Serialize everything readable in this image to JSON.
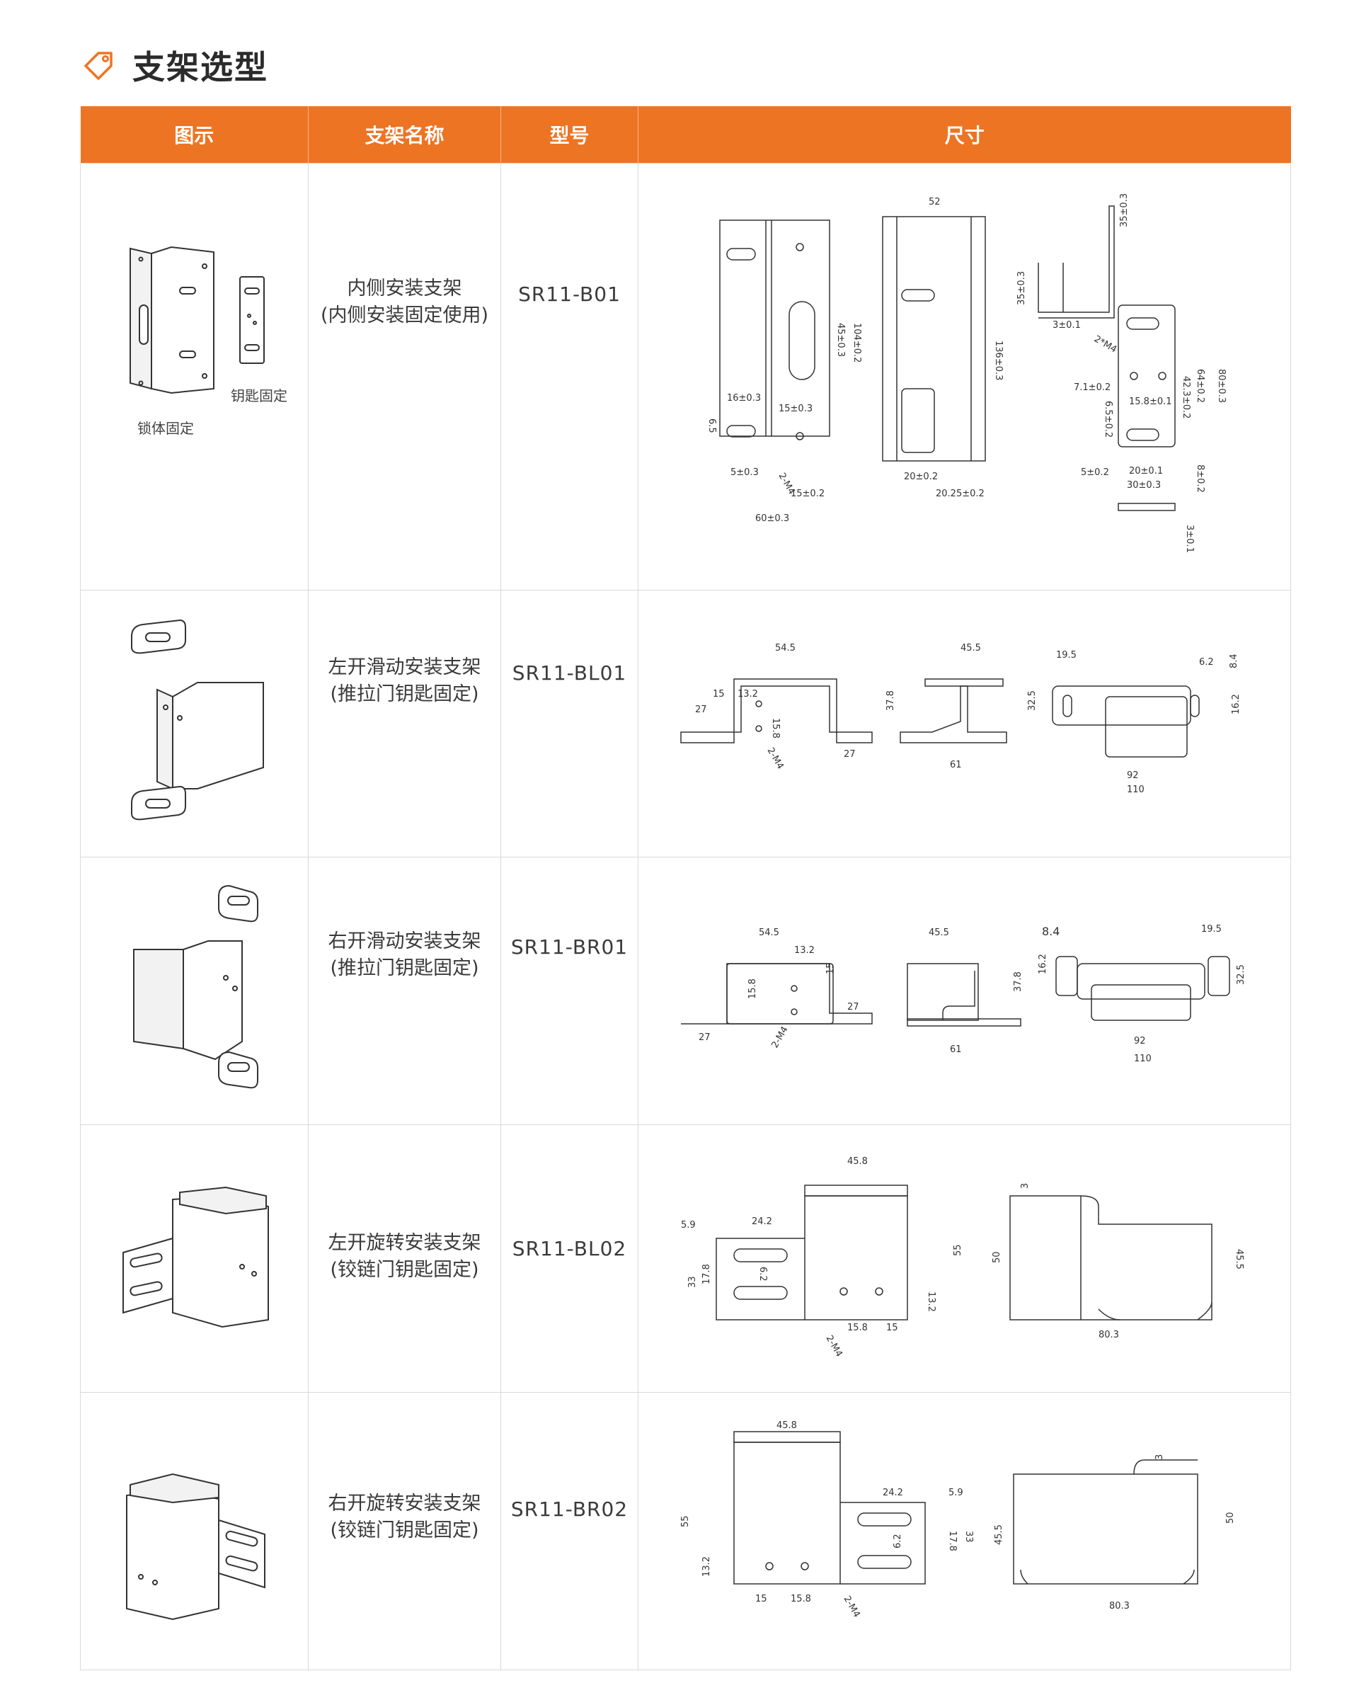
{
  "title": "支架选型",
  "header": {
    "col1": "图示",
    "col2": "支架名称",
    "col3": "型号",
    "col4": "尺寸"
  },
  "rows": [
    {
      "name_line1": "内侧安装支架",
      "name_line2": "(内侧安装固定使用)",
      "model": "SR11-B01",
      "captions": [
        "钥匙固定",
        "锁体固定"
      ],
      "dims": [
        "52",
        "136±0.3",
        "104±0.2",
        "45±0.3",
        "16±0.3",
        "15±0.3",
        "6.5",
        "5±0.3",
        "2-M4",
        "15±0.2",
        "60±0.3",
        "20±0.2",
        "20.25±0.2",
        "35±0.3",
        "35±0.3",
        "3±0.1",
        "2*M4",
        "7.1±0.2",
        "15.8±0.1",
        "42.3±0.2",
        "64±0.2",
        "80±0.3",
        "6.5±0.2",
        "5±0.2",
        "20±0.1",
        "30±0.3",
        "8±0.2",
        "3±0.1"
      ]
    },
    {
      "name_line1": "左开滑动安装支架",
      "name_line2": "(推拉门钥匙固定)",
      "model": "SR11-BL01",
      "dims": [
        "54.5",
        "15",
        "13.2",
        "27",
        "15.8",
        "2-M4",
        "27",
        "45.5",
        "37.8",
        "61",
        "19.5",
        "6.2",
        "8.4",
        "32.5",
        "16.2",
        "92",
        "110"
      ]
    },
    {
      "name_line1": "右开滑动安装支架",
      "name_line2": "(推拉门钥匙固定)",
      "model": "SR11-BR01",
      "dims": [
        "54.5",
        "13.2",
        "15",
        "15.8",
        "27",
        "27",
        "2-M4",
        "45.5",
        "37.8",
        "61",
        "8.4",
        "16.2",
        "19.5",
        "32.5",
        "92",
        "110"
      ]
    },
    {
      "name_line1": "左开旋转安装支架",
      "name_line2": "(铰链门钥匙固定)",
      "model": "SR11-BL02",
      "dims": [
        "45.8",
        "5.9",
        "24.2",
        "33",
        "17.8",
        "6.2",
        "55",
        "13.2",
        "15.8",
        "15",
        "2-M4",
        "3",
        "50",
        "45.5",
        "80.3"
      ]
    },
    {
      "name_line1": "右开旋转安装支架",
      "name_line2": "(铰链门钥匙固定)",
      "model": "SR11-BR02",
      "dims": [
        "45.8",
        "55",
        "24.2",
        "5.9",
        "17.8",
        "33",
        "6.2",
        "13.2",
        "15",
        "15.8",
        "2-M4",
        "3",
        "45.5",
        "50",
        "80.3"
      ]
    }
  ]
}
